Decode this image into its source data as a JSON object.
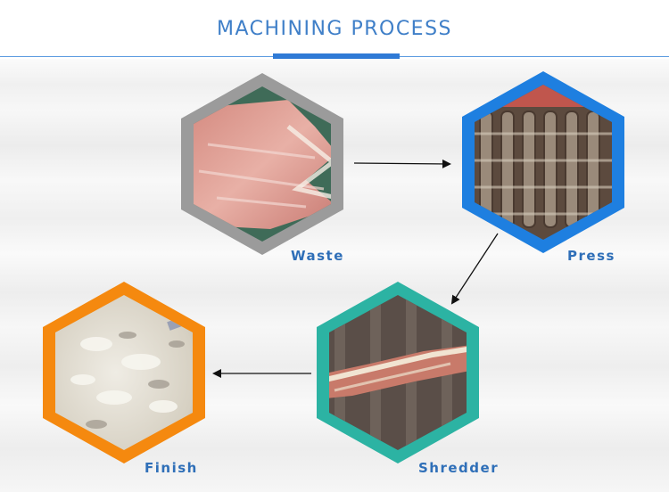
{
  "header": {
    "title": "MACHINING PROCESS"
  },
  "steps": [
    {
      "label": "Waste",
      "border_color": "#9b9b9b",
      "image": "pink-fabric-waste-photo"
    },
    {
      "label": "Press",
      "border_color": "#1e7fe0",
      "image": "shredder-blades-photo"
    },
    {
      "label": "Shredder",
      "border_color": "#2cb3a3",
      "image": "material-in-shredder-photo"
    },
    {
      "label": "Finish",
      "border_color": "#f5890f",
      "image": "shredded-flakes-photo"
    }
  ],
  "colors": {
    "title": "#3f7fc8",
    "accent_bar": "#2f7ad6",
    "label": "#2f6fb8",
    "arrow": "#111111"
  }
}
